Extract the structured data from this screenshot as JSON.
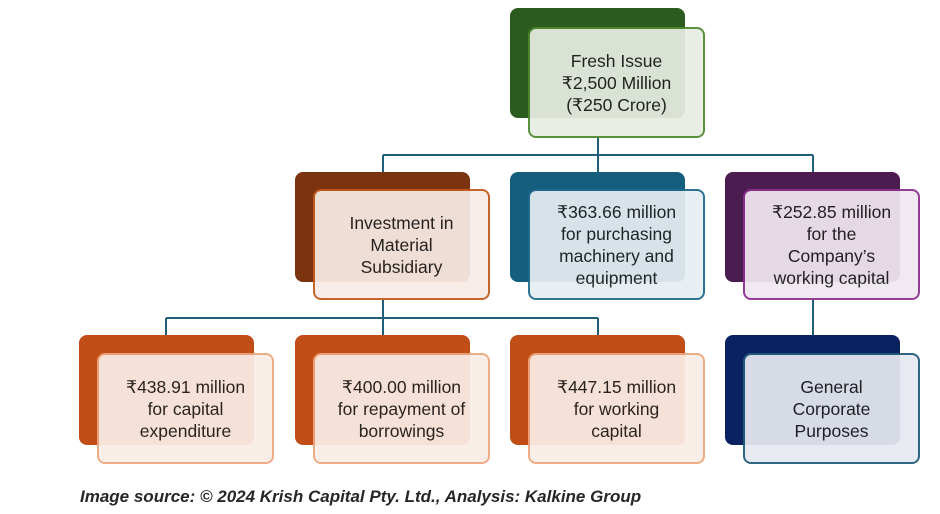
{
  "nodes": {
    "fresh_issue": {
      "text": "Fresh Issue\n₹2,500 Million\n(₹250 Crore)",
      "back_color": "#2c5b1f",
      "border_color": "#4d8a2f",
      "fill_color": "#e8ede4"
    },
    "investment_subsidiary": {
      "text": "Investment in\nMaterial\nSubsidiary",
      "back_color": "#7c3410",
      "border_color": "#c25a1c",
      "fill_color": "#f7ebe6"
    },
    "machinery": {
      "text": "₹363.66 million\nfor purchasing\nmachinery and\nequipment",
      "back_color": "#165e7e",
      "border_color": "#1f6a8b",
      "fill_color": "#e6eef2"
    },
    "company_working_capital": {
      "text": "₹252.85 million\nfor the\nCompany’s\nworking capital",
      "back_color": "#4a1c4f",
      "border_color": "#8b2f8f",
      "fill_color": "#f0e8f0"
    },
    "capital_expenditure": {
      "text": "₹438.91 million\nfor capital\nexpenditure",
      "back_color": "#c24e17",
      "border_color": "#eca67b",
      "fill_color": "#f9ede6"
    },
    "repayment_borrowings": {
      "text": "₹400.00 million\nfor repayment of\nborrowings",
      "back_color": "#c24e17",
      "border_color": "#eca67b",
      "fill_color": "#f9ede6"
    },
    "subsidiary_working_capital": {
      "text": "₹447.15 million\nfor working\ncapital",
      "back_color": "#c24e17",
      "border_color": "#eca67b",
      "fill_color": "#f9ede6"
    },
    "general_corporate": {
      "text": "General\nCorporate\nPurposes",
      "back_color": "#0b2260",
      "border_color": "#21597a",
      "fill_color": "#e6eaf1"
    }
  },
  "connector_color": "#1f5f7a",
  "source_caption": "Image source: © 2024 Krish Capital Pty. Ltd., Analysis: Kalkine Group"
}
